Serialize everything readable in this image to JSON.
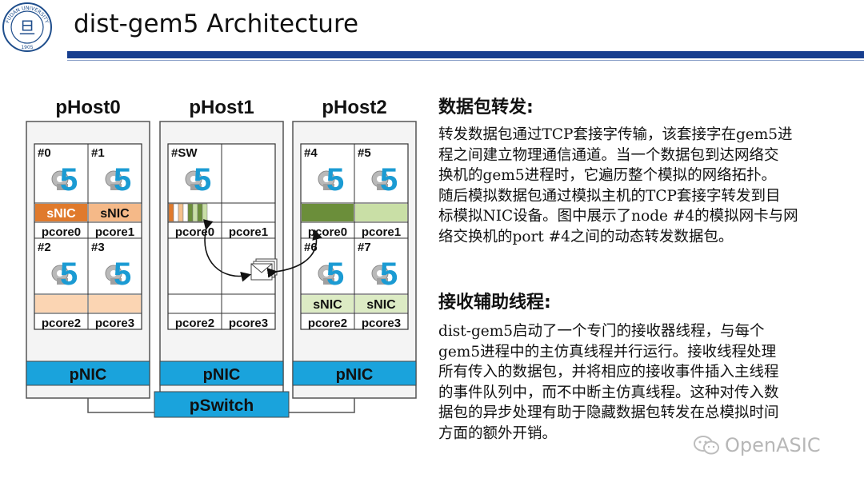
{
  "header": {
    "title": "dist-gem5 Architecture",
    "logo": {
      "arc_text": "FUDAN UNIVERSITY",
      "year": "1905",
      "glyph": "旦"
    }
  },
  "diagram": {
    "hosts": [
      {
        "name": "pHost0",
        "nic": "pNIC",
        "nodes": [
          {
            "id": "#0",
            "core": "pcore0",
            "nic": "sNIC"
          },
          {
            "id": "#1",
            "core": "pcore1",
            "nic": "sNIC"
          },
          {
            "id": "#2",
            "core": "pcore2",
            "nic": ""
          },
          {
            "id": "#3",
            "core": "pcore3",
            "nic": ""
          }
        ]
      },
      {
        "name": "pHost1",
        "nic": "pNIC",
        "nodes": [
          {
            "id": "#SW",
            "core": "pcore0"
          },
          {
            "id": "",
            "core": "pcore1"
          },
          {
            "id": "",
            "core": "pcore2"
          },
          {
            "id": "",
            "core": "pcore3"
          }
        ]
      },
      {
        "name": "pHost2",
        "nic": "pNIC",
        "nodes": [
          {
            "id": "#4",
            "core": "pcore0"
          },
          {
            "id": "#5",
            "core": "pcore1"
          },
          {
            "id": "#6",
            "core": "pcore2",
            "nic": "sNIC"
          },
          {
            "id": "#7",
            "core": "pcore3",
            "nic": "sNIC"
          }
        ]
      }
    ],
    "switch": "pSwitch",
    "colors": {
      "nic": "#1aa3dc",
      "snic_orange": "#e07a2c",
      "snic_light": "#fbd5b3",
      "green_dark": "#6b8e3a",
      "green_light": "#c9dfa6",
      "gem5_blue": "#1b9bd3"
    }
  },
  "text": {
    "section1": {
      "heading": "数据包转发:",
      "lines": [
        "转发数据包通过TCP套接字传输，该套接字在gem5进",
        "程之间建立物理通信通道。当一个数据包到达网络交",
        "换机的gem5进程时，它遍历整个模拟的网络拓扑。",
        "随后模拟数据包通过模拟主机的TCP套接字转发到目",
        "标模拟NIC设备。图中展示了node #4的模拟网卡与网",
        "络交换机的port #4之间的动态转发数据包。"
      ]
    },
    "section2": {
      "heading": "接收辅助线程:",
      "lines": [
        "dist-gem5启动了一个专门的接收器线程，与每个",
        "gem5进程中的主仿真线程并行运行。接收线程处理",
        "所有传入的数据包，并将相应的接收事件插入主线程",
        "的事件队列中，而不中断主仿真线程。这种对传入数",
        "据包的异步处理有助于隐藏数据包转发在总模拟时间",
        "方面的额外开销。"
      ]
    }
  },
  "watermark": {
    "text": "OpenASIC",
    "icon": "wechat-icon"
  }
}
